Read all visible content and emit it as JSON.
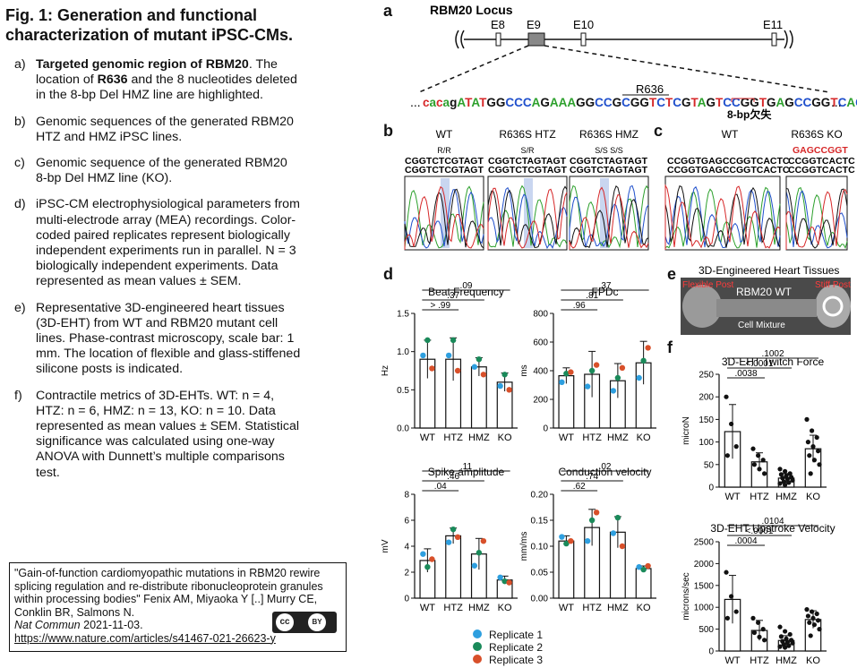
{
  "title_line1": "Fig. 1: Generation and functional",
  "title_line2": "characterization of mutant iPSC-CMs.",
  "legend": [
    {
      "tag": "a)",
      "bold1": "Targeted genomic region of RBM20",
      "text1": ". The location of ",
      "bold2": "R636",
      "text2": " and the 8 nucleotides deleted in the 8-bp Del HMZ line are highlighted."
    },
    {
      "tag": "b)",
      "text": "Genomic sequences of the generated RBM20 HTZ and HMZ iPSC lines."
    },
    {
      "tag": "c)",
      "text": "Genomic sequence of the generated RBM20 8-bp Del HMZ line (KO)."
    },
    {
      "tag": "d)",
      "text": "iPSC-CM electrophysiological parameters from multi-electrode array (MEA) recordings. Color-coded paired replicates represent biologically independent experiments run in parallel. N = 3 biologically independent experiments. Data represented as mean values ± SEM."
    },
    {
      "tag": "e)",
      "text": "Representative 3D-engineered heart tissues (3D-EHT) from WT and RBM20 mutant cell lines. Phase-contrast microscopy, scale bar: 1 mm. The location of flexible and glass-stiffened silicone posts is indicated."
    },
    {
      "tag": "f)",
      "text": "Contractile metrics of 3D-EHTs. WT: n = 4, HTZ: n = 6, HMZ: n = 13, KO: n = 10. Data represented as mean values ± SEM. Statistical significance was calculated using one-way ANOVA with Dunnett’s multiple comparisons test."
    }
  ],
  "citation": {
    "quote": "\"Gain-of-function cardiomyopathic mutations in RBM20 rewire splicing regulation and re-distribute ribonucleoprotein granules within processing bodies\" Fenix AM, Miyaoka Y [..] Murry CE, Conklin BR, Salmons N.",
    "journal": "Nat Commun",
    "date": " 2021-11-03.",
    "url": "https://www.nature.com/articles/s41467-021-26623-y",
    "license_cc": "cc",
    "license_by": "BY"
  },
  "panel_a": {
    "letter": "a",
    "locus": "RBM20 Locus",
    "exons": [
      "E8",
      "E9",
      "E10",
      "E11"
    ],
    "residue": "R636",
    "seq_prefix": "...",
    "seq_suffix": "...",
    "deletion": "8-bp欠失",
    "sequence": [
      {
        "t": "c",
        "c": "#d62728"
      },
      {
        "t": "a",
        "c": "#2ca02c"
      },
      {
        "t": "c",
        "c": "#d62728"
      },
      {
        "t": "a",
        "c": "#2ca02c"
      },
      {
        "t": "g",
        "c": "#111111"
      },
      {
        "t": "A",
        "c": "#2ca02c"
      },
      {
        "t": "T",
        "c": "#d62728"
      },
      {
        "t": "A",
        "c": "#2ca02c"
      },
      {
        "t": "T",
        "c": "#d62728"
      },
      {
        "t": "G",
        "c": "#111111"
      },
      {
        "t": "G",
        "c": "#111111"
      },
      {
        "t": "C",
        "c": "#1f4fcc"
      },
      {
        "t": "C",
        "c": "#1f4fcc"
      },
      {
        "t": "C",
        "c": "#1f4fcc"
      },
      {
        "t": "A",
        "c": "#2ca02c"
      },
      {
        "t": "G",
        "c": "#111111"
      },
      {
        "t": "A",
        "c": "#2ca02c"
      },
      {
        "t": "A",
        "c": "#2ca02c"
      },
      {
        "t": "A",
        "c": "#2ca02c"
      },
      {
        "t": "G",
        "c": "#111111"
      },
      {
        "t": "G",
        "c": "#111111"
      },
      {
        "t": "C",
        "c": "#1f4fcc"
      },
      {
        "t": "C",
        "c": "#1f4fcc"
      },
      {
        "t": "G",
        "c": "#111111"
      },
      {
        "t": "C",
        "c": "#1f4fcc"
      },
      {
        "t": "G",
        "c": "#111111"
      },
      {
        "t": "G",
        "c": "#111111"
      },
      {
        "t": "T",
        "c": "#d62728"
      },
      {
        "t": "C",
        "c": "#1f4fcc"
      },
      {
        "t": "T",
        "c": "#d62728"
      },
      {
        "t": "C",
        "c": "#1f4fcc"
      },
      {
        "t": "G",
        "c": "#111111"
      },
      {
        "t": "T",
        "c": "#d62728"
      },
      {
        "t": "A",
        "c": "#2ca02c"
      },
      {
        "t": "G",
        "c": "#111111"
      },
      {
        "t": "T",
        "c": "#d62728"
      },
      {
        "t": "C",
        "c": "#1f4fcc"
      },
      {
        "t": "C",
        "c": "#1f4fcc"
      },
      {
        "t": "G",
        "c": "#111111"
      },
      {
        "t": "G",
        "c": "#111111"
      },
      {
        "t": "T",
        "c": "#d62728"
      },
      {
        "t": "G",
        "c": "#111111"
      },
      {
        "t": "A",
        "c": "#2ca02c"
      },
      {
        "t": "G",
        "c": "#111111"
      },
      {
        "t": "C",
        "c": "#1f4fcc"
      },
      {
        "t": "C",
        "c": "#1f4fcc"
      },
      {
        "t": "G",
        "c": "#111111"
      },
      {
        "t": "G",
        "c": "#111111"
      },
      {
        "t": "T",
        "c": "#d62728"
      },
      {
        "t": "C",
        "c": "#1f4fcc"
      },
      {
        "t": "A",
        "c": "#2ca02c"
      },
      {
        "t": "C",
        "c": "#1f4fcc"
      },
      {
        "t": "T",
        "c": "#d62728"
      },
      {
        "t": "C",
        "c": "#1f4fcc"
      },
      {
        "t": "T",
        "c": "#d62728"
      },
      {
        "t": "C",
        "c": "#1f4fcc"
      }
    ]
  },
  "panel_b": {
    "letter": "b",
    "columns": [
      {
        "name": "WT",
        "genotype": "R/R",
        "seq1": "CGGTCTCGTAGT",
        "seq2": "CGGTCTCGTAGT"
      },
      {
        "name": "R636S HTZ",
        "genotype": "S/R",
        "seq1": "CGGTCTAGTAGT",
        "seq2": "CGGTCTCGTAGT"
      },
      {
        "name": "R636S HMZ",
        "genotype": "S/S S/S",
        "seq1": "CGGTCTAGTAGT",
        "seq2": "CGGTCTAGTAGT"
      }
    ]
  },
  "panel_c": {
    "letter": "c",
    "columns": [
      {
        "name": "WT",
        "seq1": "CCGGTGAGCCGGTCACTC",
        "seq2": "CCGGTGAGCCGGTCACTC"
      },
      {
        "name": "R636S KO",
        "top": "GAGCCGGT",
        "seq1": "CCGGTCACTC",
        "seq2": "CCGGTCACTC"
      }
    ]
  },
  "panel_d": {
    "letter": "d"
  },
  "panel_e": {
    "letter": "e",
    "title": "3D-Engineered Heart Tissues",
    "flexible": "Flexible Post",
    "stiff": "Stiff Post",
    "label": "RBM20 WT",
    "mixture": "Cell Mixture"
  },
  "panel_f": {
    "letter": "f"
  },
  "replicate_legend": [
    {
      "name": "Replicate 1",
      "color": "#2e9fdf"
    },
    {
      "name": "Replicate 2",
      "color": "#1a8a5a"
    },
    {
      "name": "Replicate 3",
      "color": "#d8502a"
    }
  ],
  "chart_data": [
    {
      "type": "bar",
      "title": "Beat Frequency",
      "ylabel": "Hz",
      "categories": [
        "WT",
        "HTZ",
        "HMZ",
        "KO"
      ],
      "values": [
        0.9,
        0.9,
        0.8,
        0.6
      ],
      "errors": [
        0.25,
        0.28,
        0.12,
        0.12
      ],
      "replicates": [
        [
          0.95,
          1.15,
          0.78
        ],
        [
          0.95,
          1.15,
          0.75
        ],
        [
          0.8,
          0.9,
          0.7
        ],
        [
          0.55,
          0.7,
          0.5
        ]
      ],
      "ylim": [
        0,
        1.5
      ],
      "yticks": [
        "0.0",
        "0.5",
        "1.0",
        "1.5"
      ],
      "comparisons": [
        {
          "from": 0,
          "to": 1,
          "label": "> .99"
        },
        {
          "from": 0,
          "to": 2,
          "label": ".37"
        },
        {
          "from": 0,
          "to": 3,
          "label": ".09"
        }
      ]
    },
    {
      "type": "bar",
      "title": "FPDc",
      "ylabel": "ms",
      "categories": [
        "WT",
        "HTZ",
        "HMZ",
        "KO"
      ],
      "values": [
        365,
        375,
        330,
        455
      ],
      "errors": [
        55,
        160,
        120,
        150
      ],
      "replicates": [
        [
          320,
          380,
          390
        ],
        [
          290,
          400,
          440
        ],
        [
          260,
          350,
          420
        ],
        [
          350,
          470,
          560
        ]
      ],
      "ylim": [
        0,
        800
      ],
      "yticks": [
        "0",
        "200",
        "400",
        "600",
        "800"
      ],
      "comparisons": [
        {
          "from": 0,
          "to": 1,
          "label": ".96"
        },
        {
          "from": 0,
          "to": 2,
          "label": ".81"
        },
        {
          "from": 0,
          "to": 3,
          "label": ".37"
        }
      ]
    },
    {
      "type": "bar",
      "title": "Spike amplitude",
      "ylabel": "mV",
      "categories": [
        "WT",
        "HTZ",
        "HMZ",
        "KO"
      ],
      "values": [
        2.9,
        4.8,
        3.4,
        1.4
      ],
      "errors": [
        0.9,
        0.6,
        1.2,
        0.3
      ],
      "replicates": [
        [
          3.4,
          2.4,
          3.0
        ],
        [
          4.3,
          5.3,
          4.7
        ],
        [
          2.5,
          3.5,
          4.4
        ],
        [
          1.6,
          1.3,
          1.2
        ]
      ],
      "ylim": [
        0,
        8
      ],
      "yticks": [
        "0",
        "2",
        "4",
        "6",
        "8"
      ],
      "comparisons": [
        {
          "from": 0,
          "to": 1,
          "label": ".04"
        },
        {
          "from": 0,
          "to": 2,
          "label": ".46"
        },
        {
          "from": 0,
          "to": 3,
          "label": ".11"
        }
      ]
    },
    {
      "type": "bar",
      "title": "Conduction velocity",
      "ylabel": "mm/ms",
      "categories": [
        "WT",
        "HTZ",
        "HMZ",
        "KO"
      ],
      "values": [
        0.11,
        0.136,
        0.127,
        0.057
      ],
      "errors": [
        0.01,
        0.035,
        0.03,
        0.005
      ],
      "replicates": [
        [
          0.118,
          0.105,
          0.11
        ],
        [
          0.11,
          0.15,
          0.165
        ],
        [
          0.125,
          0.155,
          0.1
        ],
        [
          0.06,
          0.055,
          0.062
        ]
      ],
      "ylim": [
        0,
        0.2
      ],
      "yticks": [
        "0.00",
        "0.05",
        "0.10",
        "0.15",
        "0.20"
      ],
      "comparisons": [
        {
          "from": 0,
          "to": 1,
          "label": ".62"
        },
        {
          "from": 0,
          "to": 2,
          "label": ".74"
        },
        {
          "from": 0,
          "to": 3,
          "label": ".02"
        }
      ]
    },
    {
      "type": "bar",
      "title": "3D-EHT Twitch Force",
      "ylabel": "microN",
      "categories": [
        "WT",
        "HTZ",
        "HMZ",
        "KO"
      ],
      "values": [
        123,
        56,
        20,
        85
      ],
      "errors": [
        60,
        20,
        10,
        30
      ],
      "points": [
        [
          200,
          140,
          90,
          70
        ],
        [
          85,
          70,
          60,
          50,
          40,
          30
        ],
        [
          40,
          35,
          30,
          28,
          25,
          22,
          20,
          18,
          15,
          12,
          10,
          8,
          5
        ],
        [
          150,
          125,
          110,
          100,
          90,
          80,
          70,
          60,
          50,
          30
        ]
      ],
      "ylim": [
        0,
        250
      ],
      "yticks": [
        "0",
        "50",
        "100",
        "150",
        "200",
        "250"
      ],
      "comparisons": [
        {
          "from": 0,
          "to": 1,
          "label": ".0038"
        },
        {
          "from": 0,
          "to": 2,
          "label": "<.0001"
        },
        {
          "from": 0,
          "to": 3,
          "label": ".1002"
        }
      ]
    },
    {
      "type": "bar",
      "title": "3D-EHT Upstroke Velocity",
      "ylabel": "microns/sec",
      "categories": [
        "WT",
        "HTZ",
        "HMZ",
        "KO"
      ],
      "values": [
        1180,
        470,
        240,
        720
      ],
      "errors": [
        550,
        230,
        110,
        200
      ],
      "points": [
        [
          1800,
          1250,
          900,
          750
        ],
        [
          750,
          650,
          500,
          420,
          320,
          250
        ],
        [
          550,
          450,
          380,
          330,
          280,
          250,
          220,
          200,
          180,
          150,
          120,
          100,
          80
        ],
        [
          950,
          900,
          850,
          800,
          750,
          700,
          650,
          600,
          500,
          350
        ]
      ],
      "ylim": [
        0,
        2500
      ],
      "yticks": [
        "0",
        "500",
        "1000",
        "1500",
        "2000",
        "2500"
      ],
      "comparisons": [
        {
          "from": 0,
          "to": 1,
          "label": ".0004"
        },
        {
          "from": 0,
          "to": 2,
          "label": "<.0001"
        },
        {
          "from": 0,
          "to": 3,
          "label": ".0104"
        }
      ]
    }
  ]
}
